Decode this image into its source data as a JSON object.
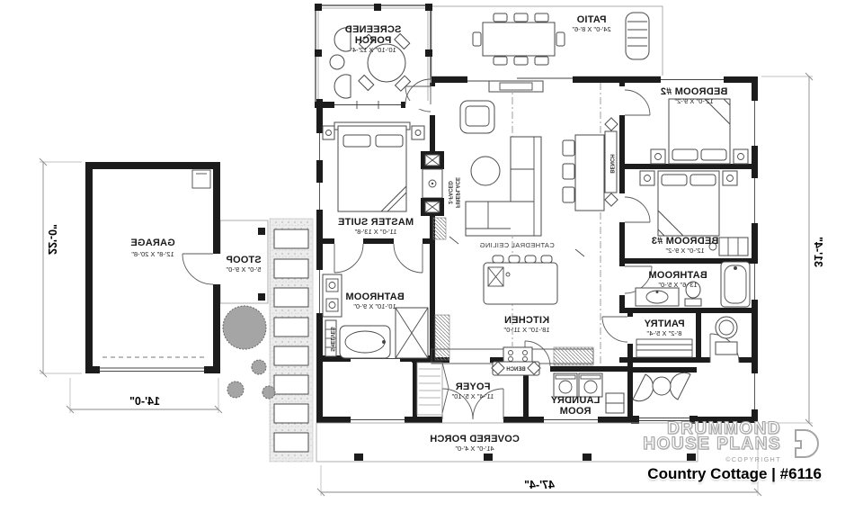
{
  "branding": {
    "company_line1": "DRUMMOND",
    "company_line2": "HOUSE PLANS",
    "copyright": "©COPYRIGHT",
    "plan_title": "Country Cottage | #6116"
  },
  "rooms": {
    "screened_porch": {
      "line1": "SCREENED",
      "line2": "PORCH",
      "dims": "10'-10\" X 12'-4\""
    },
    "patio": {
      "line1": "PATIO",
      "dims": "24'-0\" X 8'-6\""
    },
    "bedroom2": {
      "line1": "BEDROOM #2",
      "dims": "12'-0\" X 9'-2\""
    },
    "bedroom3": {
      "line1": "BEDROOM #3",
      "dims": "12'-0\" X 9'-2\""
    },
    "bathroom_main": {
      "line1": "BATHROOM",
      "dims": "13'-6\" X 5'-0\""
    },
    "pantry": {
      "line1": "PANTRY",
      "dims": "8'-2\" X 5'-4\""
    },
    "kitchen": {
      "line1": "KITCHEN",
      "dims": "18'-10\" X 11'-0\""
    },
    "laundry": {
      "line1": "LAUNDRY",
      "line2": "ROOM"
    },
    "foyer": {
      "line1": "FOYER",
      "dims": "11'-4\" X 5'-10\""
    },
    "master_suite": {
      "line1": "MASTER SUITE",
      "dims": "11'-0\" X 13'-8\""
    },
    "master_bath": {
      "line1": "BATHROOM",
      "dims": "10'-10\" X 9'-0\""
    },
    "garage": {
      "line1": "GARAGE",
      "dims": "12'-8\" X 20'-8\""
    },
    "stoop": {
      "line1": "STOOP",
      "dims": "5'-0\" X 9'-0\""
    },
    "covered_porch": {
      "line1": "COVERED PORCH",
      "dims": "41'-0\" X 4'-0\""
    }
  },
  "annotations": {
    "cathedral_ceiling": "CATHEDRAL CEILING",
    "fireplace_line1": "2-FACED",
    "fireplace_line2": "FIREPLACE",
    "bench_hall": "BENCH",
    "bench_foyer": "BENCH",
    "shelves": "SHELVES"
  },
  "dimensions": {
    "left": "22'-0\"",
    "bottom_left": "14'-0\"",
    "right": "31'-4\"",
    "bottom": "47'-4\""
  },
  "colors": {
    "walls": "#1c1c1c",
    "lines": "#8a8a8a",
    "logo_gray": "#a5a5a5",
    "text": "#111111",
    "background": "#ffffff"
  }
}
